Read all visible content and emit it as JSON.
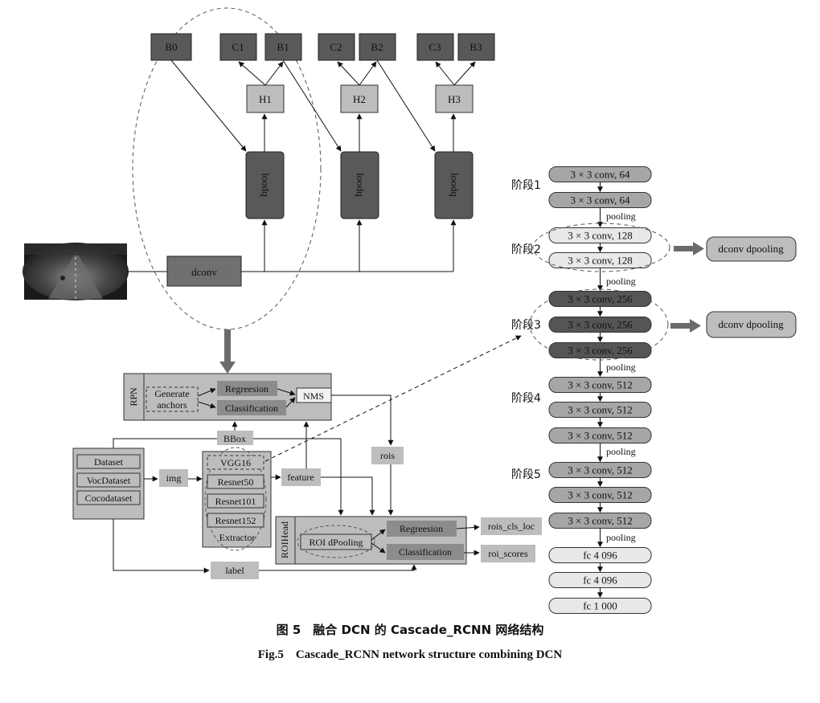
{
  "top_boxes": {
    "B0": "B0",
    "C1": "C1",
    "B1": "B1",
    "C2": "C2",
    "B2": "B2",
    "C3": "C3",
    "B3": "B3"
  },
  "heads": {
    "H1": "H1",
    "H2": "H2",
    "H3": "H3"
  },
  "pool_label": "loodq",
  "dconv_label": "dconv",
  "rpn": {
    "title": "RPN",
    "generate": [
      "Generate",
      "anchors"
    ],
    "regreesion": "Regreesion",
    "classification": "Classification",
    "nms": "NMS"
  },
  "bbox_label": "BBox",
  "rois_label": "rois",
  "datasets": [
    "Dataset",
    "VocDataset",
    "Cocodataset"
  ],
  "img_label": "img",
  "extractor": {
    "backbones": [
      "VGG16",
      "Resnet50",
      "Resnet101",
      "Resnet152"
    ],
    "title": "Extractor"
  },
  "feature_label": "feature",
  "roihead": {
    "title": "ROIHead",
    "roi_pooling": "ROI dPooling",
    "regreesion": "Regreesion",
    "classification": "Classification"
  },
  "outputs": {
    "cls_loc": "rois_cls_loc",
    "scores": "roi_scores"
  },
  "label_label": "label",
  "vgg": {
    "stages": [
      "阶段1",
      "阶段2",
      "阶段3",
      "阶段4",
      "阶段5"
    ],
    "layers": [
      "3 × 3 conv, 64",
      "3 × 3 conv, 64",
      "3 × 3 conv, 128",
      "3 × 3 conv, 128",
      "3 × 3 conv, 256",
      "3 × 3 conv, 256",
      "3 × 3 conv, 256",
      "3 × 3 conv, 512",
      "3 × 3 conv, 512",
      "3 × 3 conv, 512",
      "3 × 3 conv, 512",
      "3 × 3 conv, 512",
      "3 × 3 conv, 512",
      "fc 4 096",
      "fc 4 096",
      "fc 1 000"
    ],
    "pooling": "pooling",
    "dconv_dpooling": "dconv dpooling"
  },
  "caption_cn": "图 5　融合 DCN 的 Cascade_RCNN 网络结构",
  "caption_en": "Fig.5　Cascade_RCNN network structure combining DCN"
}
